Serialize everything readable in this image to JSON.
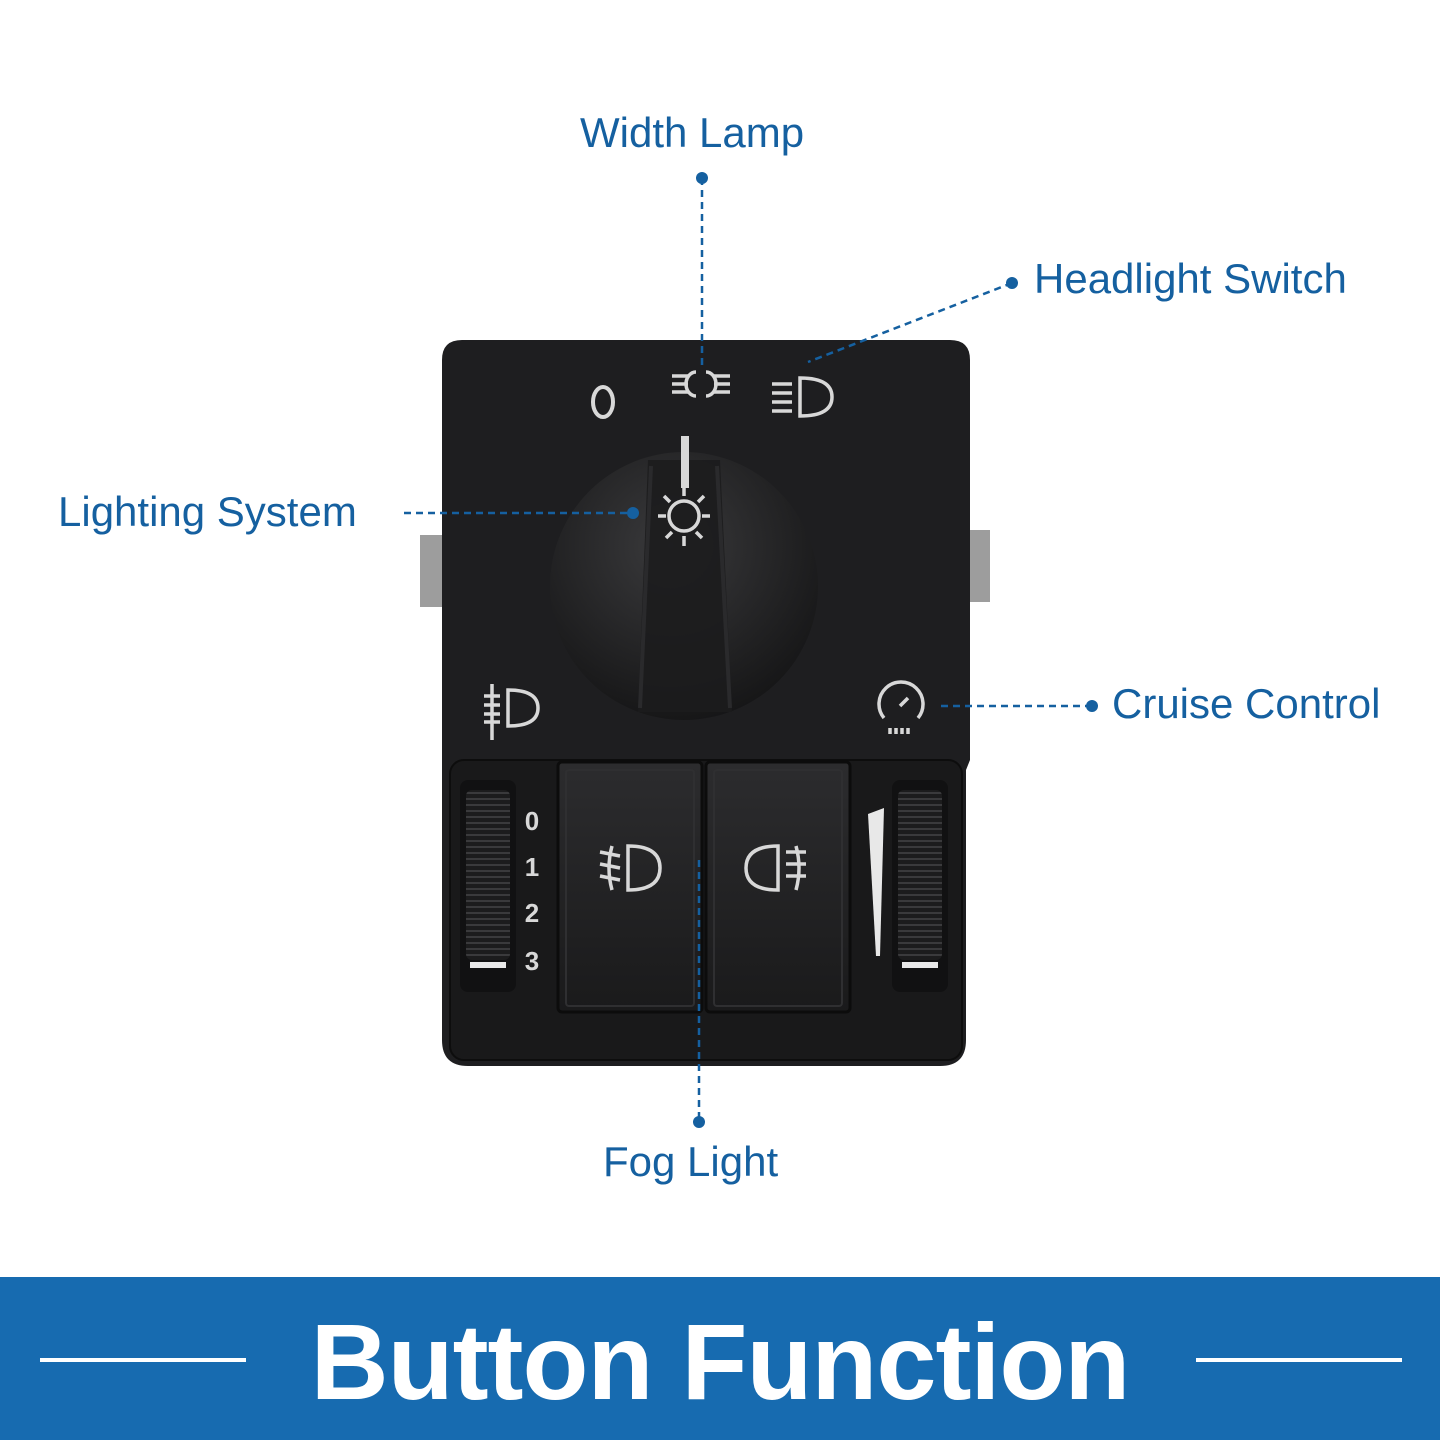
{
  "labels": {
    "width_lamp": "Width Lamp",
    "headlight_switch": "Headlight Switch",
    "lighting_system": "Lighting System",
    "cruise_control": "Cruise Control",
    "fog_light": "Fog Light"
  },
  "panel": {
    "knob_positions": [
      "0"
    ],
    "dimmer_scale": [
      "0",
      "1",
      "2",
      "3"
    ]
  },
  "banner": {
    "title": "Button Function"
  },
  "colors": {
    "accent": "#1560a0",
    "banner_bg": "#176bb0",
    "panel_body": "#1e1e20",
    "panel_marking": "#d8d8d8"
  },
  "icons": [
    "width-lamp-icon",
    "headlight-icon",
    "light-bulb-icon",
    "headlight-range-icon",
    "cruise-control-icon",
    "front-fog-light-icon",
    "rear-fog-light-icon"
  ]
}
